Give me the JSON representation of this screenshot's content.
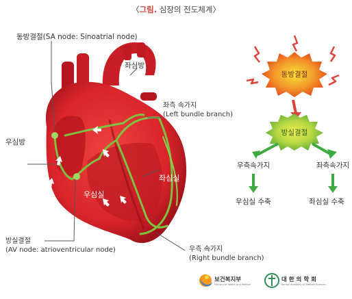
{
  "title": {
    "bracket_open": "〈",
    "accent": "그림.",
    "text": " 심장의 전도체계",
    "bracket_close": "〉"
  },
  "labels": {
    "sa_node_ko": "동방결절",
    "sa_node_en": "(SA node: Sinoatrial node)",
    "left_atrium": "좌심방",
    "left_bundle_ko": "좌측 속가지",
    "left_bundle_en": "(Left bundle branch)",
    "right_atrium": "우심방",
    "left_ventricle": "좌심실",
    "right_ventricle": "우심실",
    "av_node_ko": "방실결절",
    "av_node_en": "(AV node: atrioventricular node)",
    "right_bundle_ko": "우측 속가지",
    "right_bundle_en": "(Right bundle branch)"
  },
  "flowchart": {
    "sa_node": "동방결절",
    "av_node": "방실결절",
    "right_bundle": "우측속가지",
    "left_bundle": "좌측속가지",
    "right_contraction": "우심실 수축",
    "left_contraction": "좌심실 수축"
  },
  "logos": {
    "ministry": "보건복지부",
    "ministry_sub": "Ministry of Health and Welfare",
    "academy": "대 한 의 학 회",
    "academy_sub": "Korean Academy of Medical Sciences"
  },
  "colors": {
    "heart": "#d8242a",
    "heart_dark": "#a3121a",
    "conduction": "#7fc242",
    "flow_arrow": "#3faa3f",
    "burst_sa": "#e85a1a",
    "burst_av": "#8cc63f",
    "spark": "#e0423a"
  }
}
